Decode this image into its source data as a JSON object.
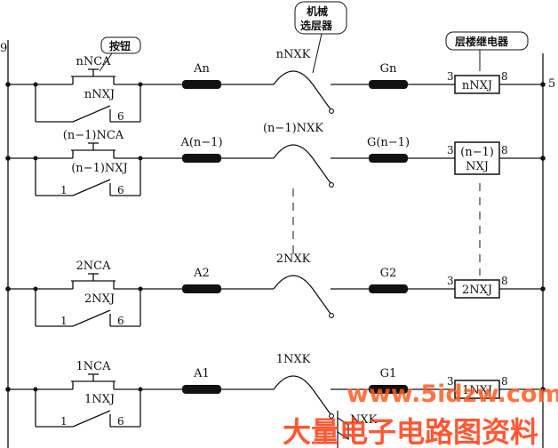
{
  "rail": {
    "left_label": "9",
    "right_label": "5"
  },
  "callouts": {
    "button": "按钮",
    "selector_line1": "机械",
    "selector_line2": "选层器",
    "relay": "层楼继电器"
  },
  "rows": [
    {
      "nca": "nNCA",
      "nxj": "nNXJ",
      "pin_left": "",
      "pin_right": "6",
      "a": "An",
      "nxk": "nNXK",
      "g": "Gn",
      "relay": [
        "nNXJ"
      ],
      "r_in": "3",
      "r_out": "8"
    },
    {
      "nca": "(n−1)NCA",
      "nxj": "(n−1)NXJ",
      "pin_left": "1",
      "pin_right": "6",
      "a": "A(n−1)",
      "nxk": "(n−1)NXK",
      "g": "G(n−1)",
      "relay": [
        "(n−1)",
        "NXJ"
      ],
      "r_in": "3",
      "r_out": "8"
    },
    {
      "nca": "2NCA",
      "nxj": "2NXJ",
      "pin_left": "1",
      "pin_right": "6",
      "a": "A2",
      "nxk": "2NXK",
      "g": "G2",
      "relay": [
        "2NXJ"
      ],
      "r_in": "3",
      "r_out": "8"
    },
    {
      "nca": "1NCA",
      "nxj": "1NXJ",
      "pin_left": "1",
      "pin_right": "6",
      "a": "A1",
      "nxk": "1NXK",
      "g": "G1",
      "relay": [
        "1NXJ"
      ],
      "r_in": "3",
      "r_out": "8"
    }
  ],
  "bottom_label": "NXK",
  "watermark": {
    "url": "www.5idzw.com",
    "cn": "大量电子电路图资料"
  }
}
